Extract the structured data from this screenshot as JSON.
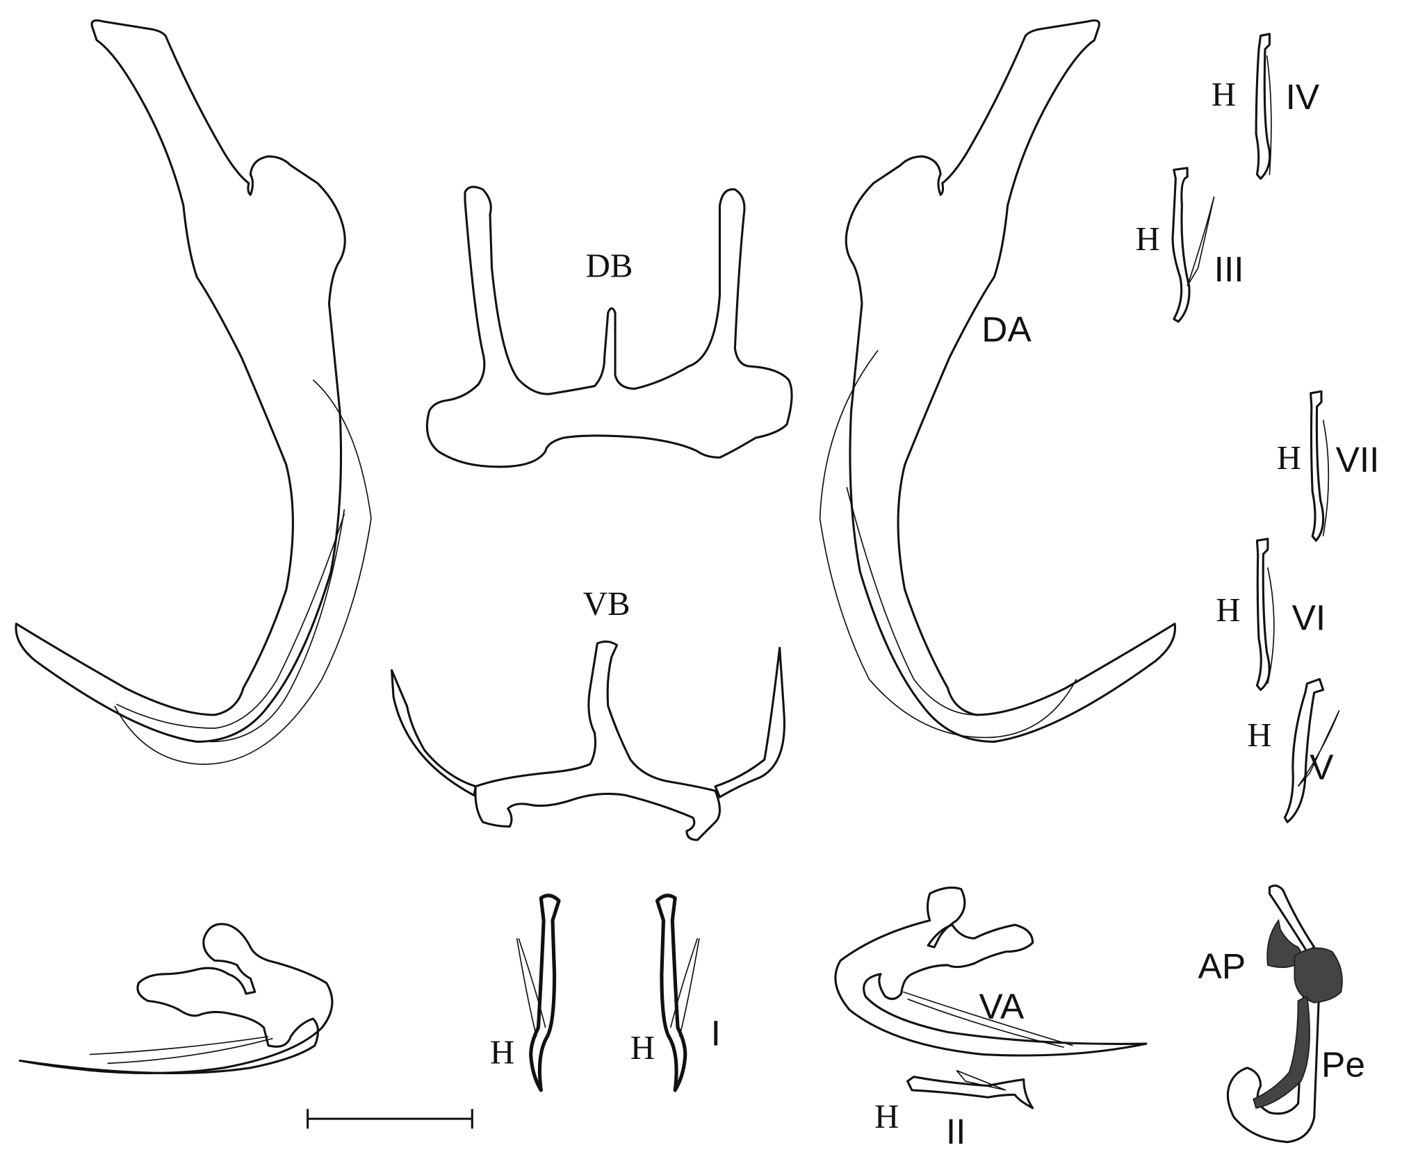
{
  "labels": {
    "dorsal_bar": "DB",
    "ventral_bar": "VB",
    "dorsal_anchor": "DA",
    "ventral_anchor": "VA",
    "hook": "H",
    "hook_I": "I",
    "hook_II": "II",
    "hook_III": "III",
    "hook_IV": "IV",
    "hook_V": "V",
    "hook_VI": "VI",
    "hook_VII": "VII",
    "accessory_piece": "AP",
    "penis": "Pe"
  }
}
